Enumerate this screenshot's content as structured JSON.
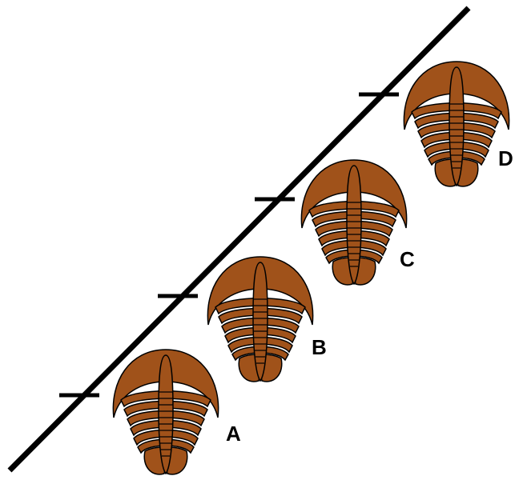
{
  "diagram": {
    "type": "trilobite-evolution-sequence",
    "colors": {
      "body": "#a0521a",
      "outline": "#000000",
      "line": "#000000",
      "background": "#ffffff"
    },
    "specimens": [
      {
        "label": "A"
      },
      {
        "label": "B"
      },
      {
        "label": "C"
      },
      {
        "label": "D"
      }
    ]
  }
}
